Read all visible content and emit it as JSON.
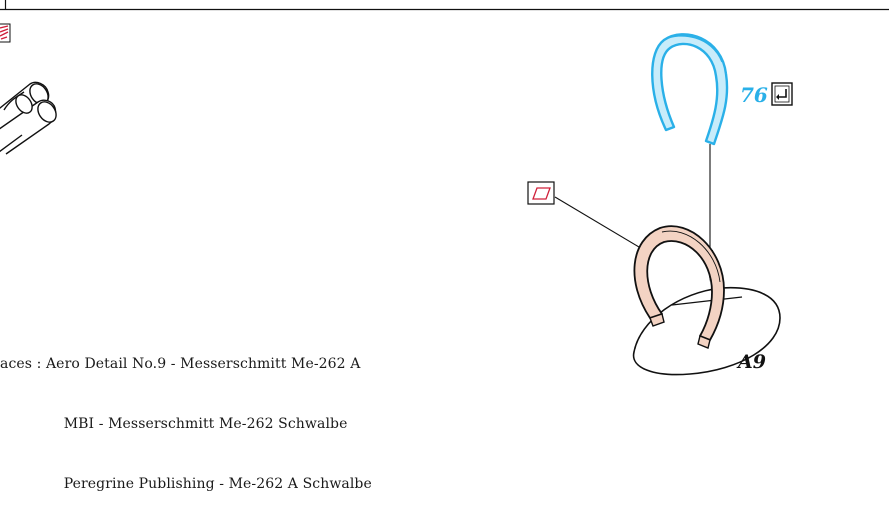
{
  "references": {
    "line1": "aces : Aero Detail No.9 - Messerschmitt Me-262 A",
    "line2": "              MBI - Messerschmitt Me-262 Schwalbe",
    "line3": "              Peregrine Publishing - Me-262 A Schwalbe"
  },
  "parts": {
    "part_76": "76",
    "part_a9": "A9"
  },
  "colors": {
    "part_76_stroke": "#2ab0e8",
    "part_76_fill": "#c8ecfa",
    "part_a9_fill": "#f3d3c3",
    "paint_icon_red": "#d0203a",
    "line": "#111111"
  },
  "icons": {
    "paint_marker": "paint-swatch-icon",
    "assembly_direction": "assembly-arrow-icon",
    "corner_marker": "paint-mark-icon"
  }
}
